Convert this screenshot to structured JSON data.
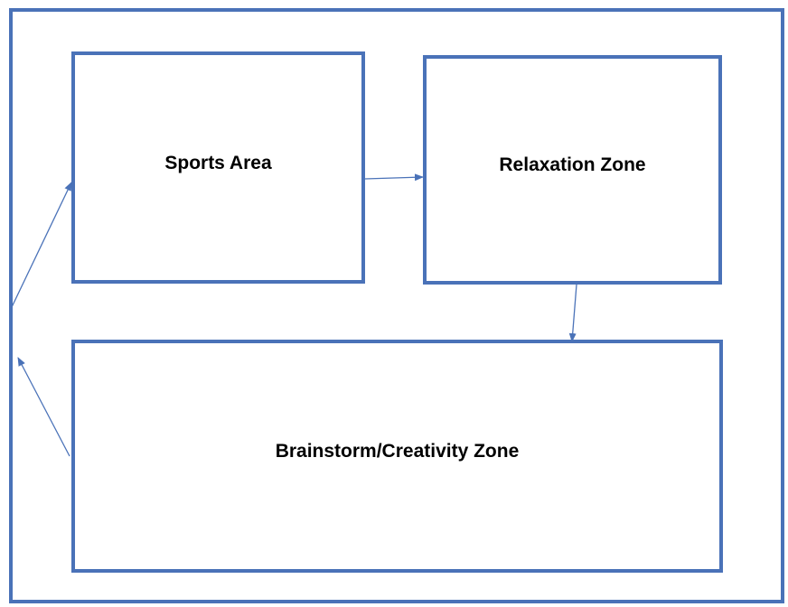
{
  "diagram": {
    "nodes": {
      "sports": {
        "label": "Sports Area"
      },
      "relax": {
        "label": "Relaxation Zone"
      },
      "brainstorm": {
        "label": "Brainstorm/Creativity Zone"
      }
    },
    "edges": [
      {
        "from": "sports",
        "to": "relax"
      },
      {
        "from": "relax",
        "to": "brainstorm"
      },
      {
        "from": "brainstorm",
        "to": "outer-left"
      },
      {
        "from": "outer-left",
        "to": "sports"
      }
    ],
    "colors": {
      "border": "#4a72b8",
      "text": "#000000",
      "background": "#ffffff"
    }
  }
}
